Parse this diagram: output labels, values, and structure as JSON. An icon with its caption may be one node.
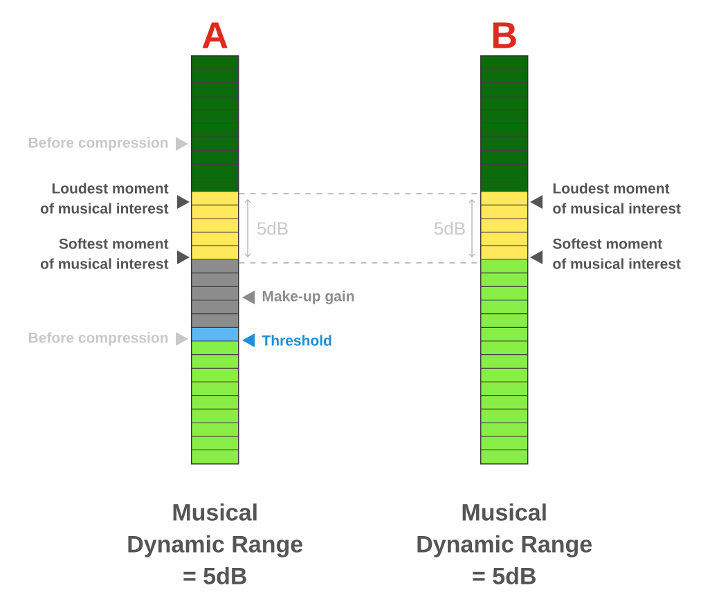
{
  "diagram": {
    "nodes": [
      {
        "text": [],
        "shape": "bar",
        "beside": [
          "A",
          "Musical Dynamic Range = 5dB"
        ]
      },
      {
        "text": [],
        "shape": "bar",
        "beside": [
          "B",
          "Musical Dynamic Range = 5dB"
        ]
      }
    ],
    "edges": [
      {
        "from": 0,
        "to": 1,
        "arrow": "none",
        "style": "dashed"
      },
      {
        "from": 0,
        "to": 1,
        "arrow": "none",
        "style": "dashed"
      }
    ],
    "labels": [
      "Before compression",
      "Loudest moment of musical interest",
      "Loudest moment of musical interest",
      "5dB",
      "5dB",
      "Softest moment of musical interest",
      "Softest moment of musical interest",
      "Make-up gain",
      "Before compression",
      "Threshold"
    ]
  }
}
